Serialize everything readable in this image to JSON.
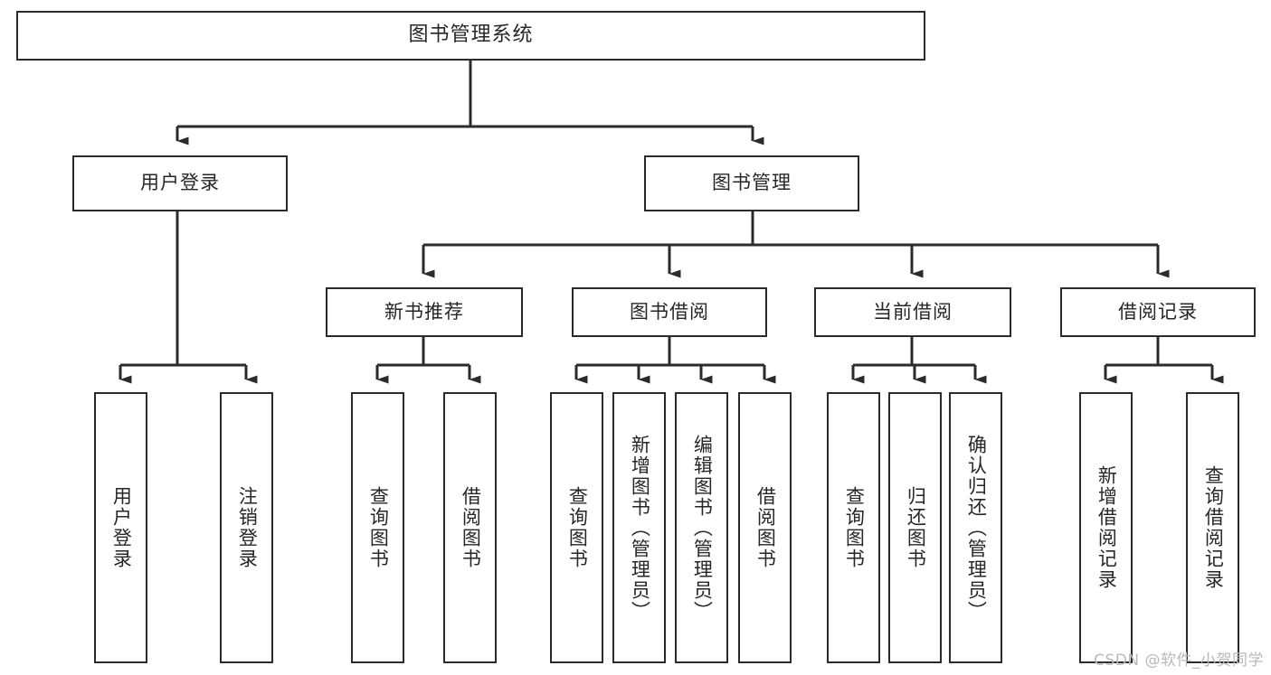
{
  "diagram": {
    "title": "图书管理系统",
    "type": "tree-hierarchy-diagram",
    "colors": {
      "stroke": "#2b2b2b",
      "text": "#262626",
      "background": "#ffffff",
      "watermark": "#b9b9b9"
    },
    "root": {
      "label": "图书管理系统"
    },
    "level2": [
      {
        "label": "用户登录"
      },
      {
        "label": "图书管理"
      }
    ],
    "level3": [
      {
        "label": "新书推荐"
      },
      {
        "label": "图书借阅"
      },
      {
        "label": "当前借阅"
      },
      {
        "label": "借阅记录"
      }
    ],
    "leaves": {
      "user_login": [
        {
          "label": "用户登录"
        },
        {
          "label": "注销登录"
        }
      ],
      "new_book_recommend": [
        {
          "label": "查询图书"
        },
        {
          "label": "借阅图书"
        }
      ],
      "book_borrow": [
        {
          "label": "查询图书"
        },
        {
          "label": "新增图书（管理员）"
        },
        {
          "label": "编辑图书（管理员）"
        },
        {
          "label": "借阅图书"
        }
      ],
      "current_borrow": [
        {
          "label": "查询图书"
        },
        {
          "label": "归还图书"
        },
        {
          "label": "确认归还（管理员）"
        }
      ],
      "borrow_record": [
        {
          "label": "新增借阅记录"
        },
        {
          "label": "查询借阅记录"
        }
      ]
    }
  },
  "watermark": {
    "text": "CSDN @软件_小贺同学"
  }
}
